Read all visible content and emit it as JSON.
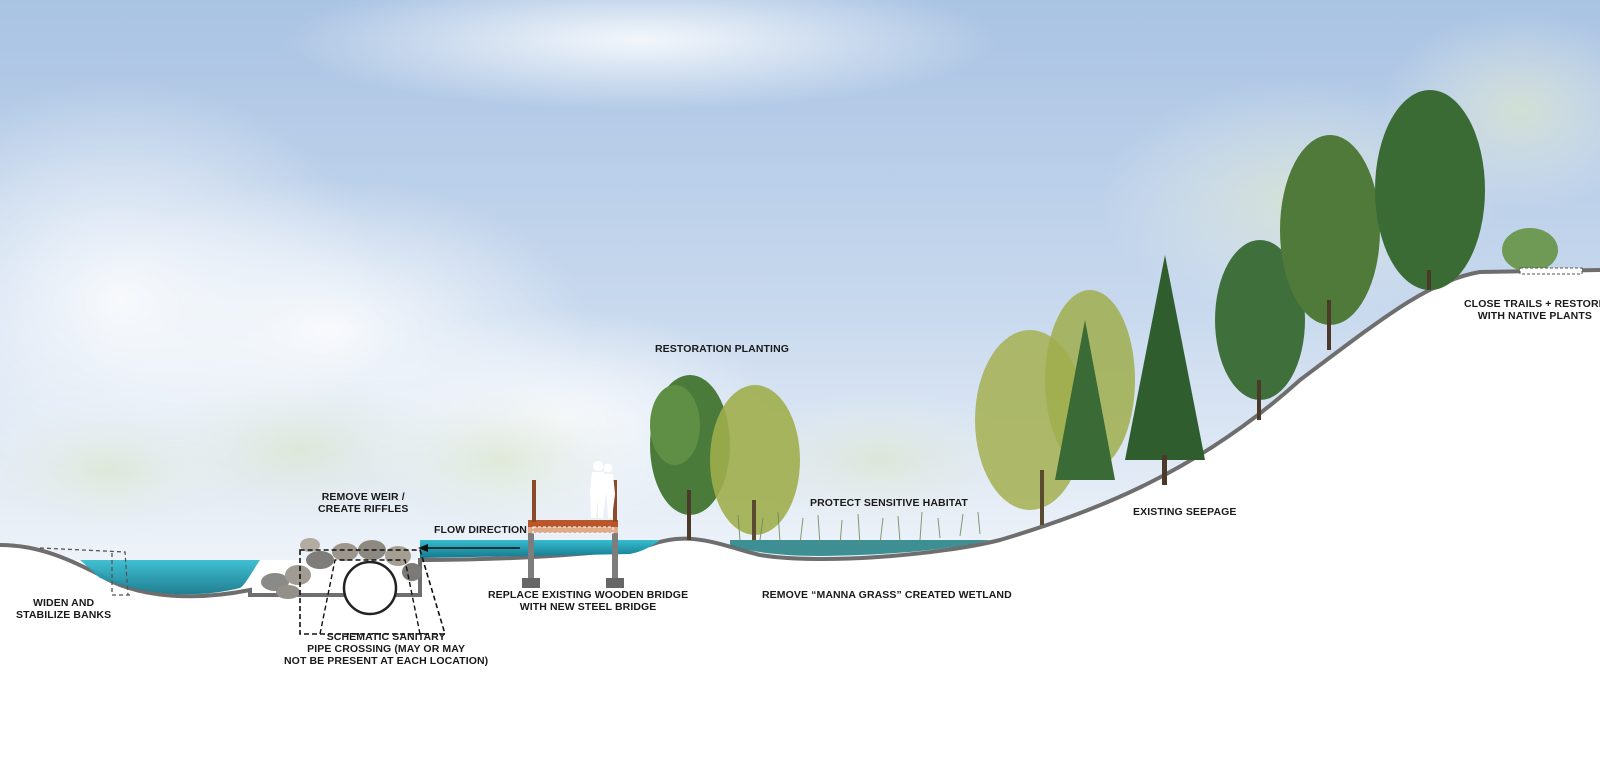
{
  "labels": {
    "restoration_planting": [
      "RESTORATION PLANTING"
    ],
    "remove_weir": [
      "REMOVE WEIR /",
      "CREATE RIFFLES"
    ],
    "flow_direction": [
      "FLOW DIRECTION"
    ],
    "protect_habitat": [
      "PROTECT SENSITIVE HABITAT"
    ],
    "existing_seepage": [
      "EXISTING SEEPAGE"
    ],
    "close_trails": [
      "CLOSE TRAILS + RESTORE",
      "WITH NATIVE PLANTS"
    ],
    "widen_banks": [
      "WIDEN AND",
      "STABILIZE BANKS"
    ],
    "replace_bridge": [
      "REPLACE EXISTING WOODEN BRIDGE",
      "WITH NEW STEEL BRIDGE"
    ],
    "remove_wetland": [
      "REMOVE “MANNA GRASS” CREATED WETLAND"
    ],
    "sanitary_pipe": [
      "SCHEMATIC SANITARY",
      "PIPE CROSSING (MAY OR MAY",
      "NOT BE PRESENT AT EACH LOCATION)"
    ]
  },
  "colors": {
    "sky_top": "#a9c3e3",
    "sky_bottom": "#e6eef7",
    "water": "#2aa9bf",
    "water_dark": "#1b7f93",
    "ground_line": "#6e6e6e",
    "bridge": "#b9572a",
    "tree_dark": "#2f5d2e",
    "tree_mid": "#4f7a3a",
    "willow": "#9fae4c"
  },
  "icons": [
    "person-silhouette-icon",
    "flow-arrow-icon",
    "pipe-circle-icon"
  ]
}
